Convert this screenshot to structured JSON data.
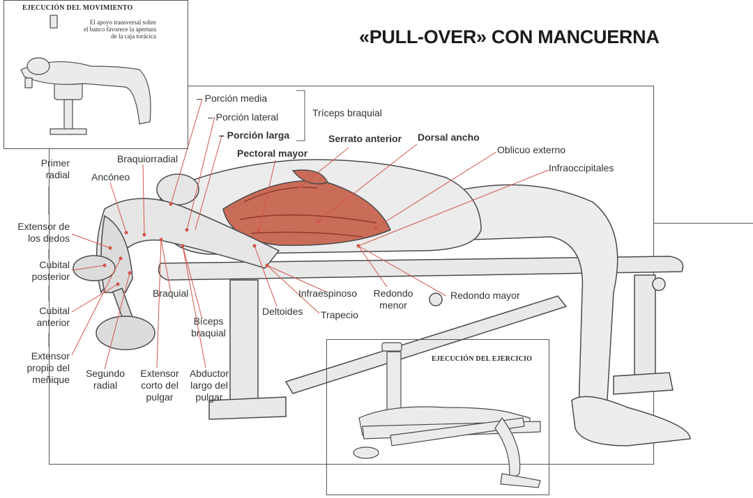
{
  "title": "«PULL-OVER» CON MANCUERNA",
  "inset_movement": {
    "title": "EJECUCIÓN DEL MOVIMIENTO",
    "note_lines": [
      "El apoyo transversal sobre",
      "el banco favorece la apertura",
      "de la caja torácica"
    ]
  },
  "inset_exercise": {
    "title": "EJECUCIÓN DEL EJERCICIO"
  },
  "labels": {
    "porcion_media": "– Porción media",
    "porcion_lateral": "– Porción lateral",
    "porcion_larga": "– Porción larga",
    "triceps": "Tríceps braquial",
    "pectoral_mayor": "Pectoral mayor",
    "serrato": "Serrato anterior",
    "dorsal": "Dorsal ancho",
    "oblicuo": "Oblicuo externo",
    "infraoccipitales": "Infraoccipitales",
    "braquiorradial": "Braquiorradial",
    "anconeo": "Ancóneo",
    "primer_radial": [
      "Primer",
      "radial"
    ],
    "extensor_dedos": [
      "Extensor de",
      "los dedos"
    ],
    "cubital_posterior": [
      "Cubital",
      "posterior"
    ],
    "cubital_anterior": [
      "Cubital",
      "anterior"
    ],
    "extensor_menique": [
      "Extensor",
      "propio del",
      "meñique"
    ],
    "segundo_radial": [
      "Segundo",
      "radial"
    ],
    "extensor_pulgar": [
      "Extensor",
      "corto del",
      "pulgar"
    ],
    "abductor_pulgar": [
      "Abductor",
      "largo del",
      "pulgar"
    ],
    "braquial": "Braquial",
    "biceps": [
      "Bíceps",
      "braquial"
    ],
    "deltoides": "Deltoides",
    "trapecio": "Trapecio",
    "infraespinoso": "Infraespinoso",
    "redondo_menor": [
      "Redondo",
      "menor"
    ],
    "redondo_mayor": "Redondo mayor"
  },
  "colors": {
    "muscle": "#c0503d",
    "leader": "#d0564a",
    "ink": "#3a3a3a"
  }
}
